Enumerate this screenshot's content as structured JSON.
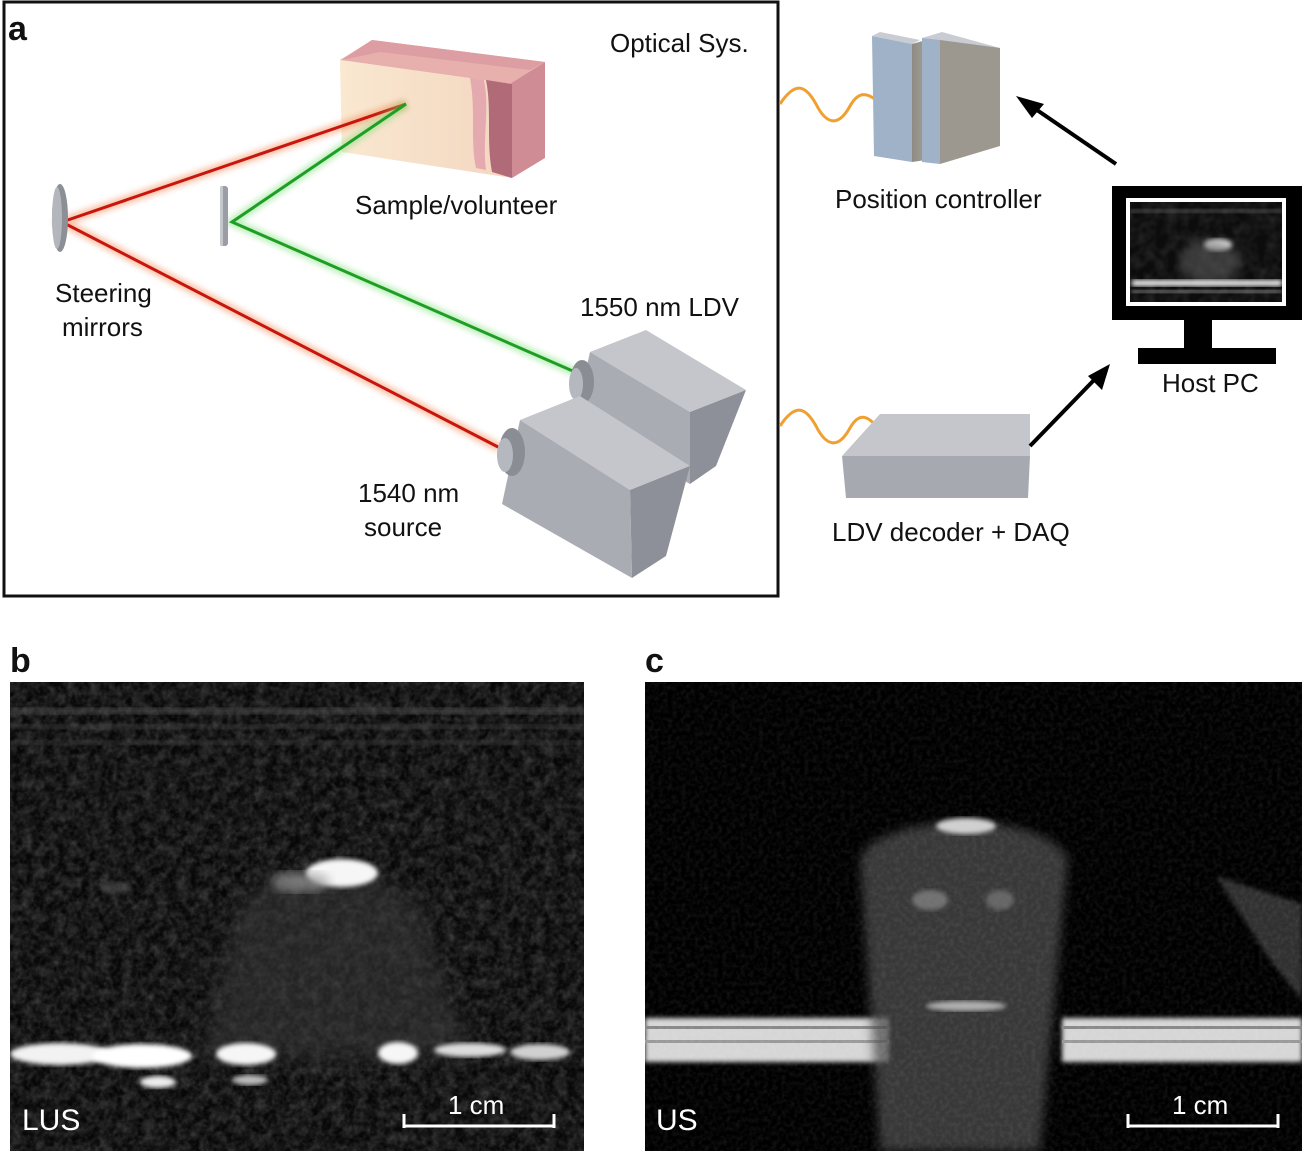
{
  "panels": {
    "a": {
      "letter": "a",
      "box_title": "Optical Sys.",
      "labels": {
        "sample": "Sample/volunteer",
        "mirrors_line1": "Steering",
        "mirrors_line2": "mirrors",
        "ldv": "1550 nm LDV",
        "source_line1": "1540 nm",
        "source_line2": "source",
        "position_controller": "Position controller",
        "host_pc": "Host PC",
        "decoder": "LDV decoder + DAQ"
      }
    },
    "b": {
      "letter": "b",
      "image_label": "LUS",
      "scalebar_label": "1 cm"
    },
    "c": {
      "letter": "c",
      "image_label": "US",
      "scalebar_label": "1 cm"
    }
  },
  "colors": {
    "source_beam": "#cc1a10",
    "ldv_beam": "#22a828",
    "cable": "#f0a030",
    "device": "#9a9ea6",
    "controller_front": "#9fb2c8"
  }
}
